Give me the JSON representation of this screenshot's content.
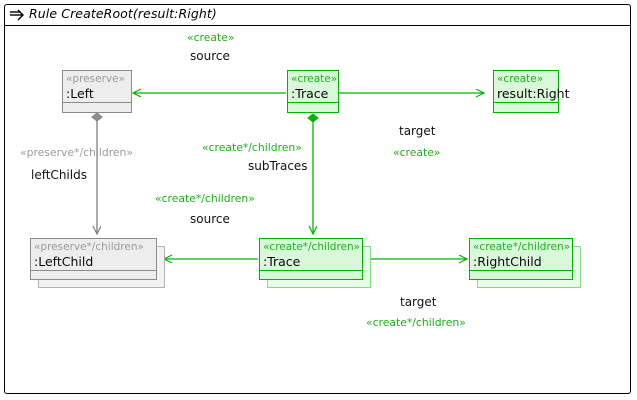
{
  "window": {
    "title": "Rule CreateRoot(result:Right)",
    "title_icon": "rule-arrow-icon"
  },
  "colors": {
    "create_border": "#00b300",
    "create_fill": "#d9f7d9",
    "create_text": "#19b319",
    "preserve_border": "#8c8c8c",
    "preserve_fill": "#ededed",
    "preserve_text": "#9a9a9a",
    "role_text": "#111111",
    "window_border": "#000000",
    "canvas": "#ffffff"
  },
  "nodes": [
    {
      "id": "left",
      "stereotype": "«preserve»",
      "name": ":Left",
      "kind": "preserve",
      "multi": false
    },
    {
      "id": "trace_top",
      "stereotype": "«create»",
      "name": ":Trace",
      "kind": "create",
      "multi": false
    },
    {
      "id": "right",
      "stereotype": "«create»",
      "name": "result:Right",
      "kind": "create",
      "multi": false
    },
    {
      "id": "leftchild",
      "stereotype": "«preserve*/children»",
      "name": ":LeftChild",
      "kind": "preserve",
      "multi": true
    },
    {
      "id": "trace_bot",
      "stereotype": "«create*/children»",
      "name": ":Trace",
      "kind": "create",
      "multi": true
    },
    {
      "id": "rightchild",
      "stereotype": "«create*/children»",
      "name": ":RightChild",
      "kind": "create",
      "multi": true
    }
  ],
  "edge_labels": {
    "top_source_stereo": "«create»",
    "top_source_role": "source",
    "top_target_role": "target",
    "top_target_stereo": "«create»",
    "subtraces_stereo": "«create*/children»",
    "subtraces_role": "subTraces",
    "leftchilds_stereo": "«preserve*/children»",
    "leftchilds_role": "leftChilds",
    "bot_source_stereo": "«create*/children»",
    "bot_source_role": "source",
    "bot_target_role": "target",
    "bot_target_stereo": "«create*/children»"
  }
}
